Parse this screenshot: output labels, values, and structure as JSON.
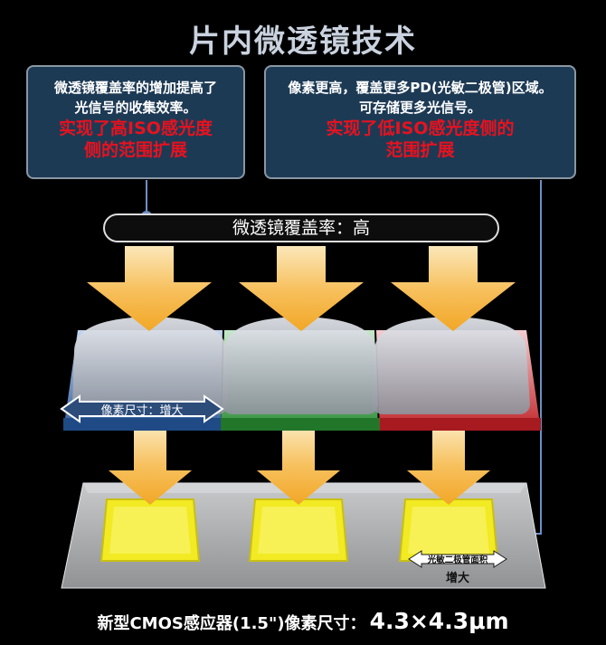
{
  "title": "片内微透镜技术",
  "callout_left": {
    "line1": "微透镜覆盖率的增加提高了",
    "line2": "光信号的收集效率。",
    "highlight1": "实现了高ISO感光度",
    "highlight2": "侧的范围扩展"
  },
  "callout_right": {
    "line1": "像素更高，覆盖更多PD(光敏二极管)区域。",
    "line2": "可存储更多光信号。",
    "highlight1": "实现了低ISO感光度侧的",
    "highlight2": "范围扩展"
  },
  "coverage_label": "微透镜覆盖率：高",
  "pixel_size_label": "像素尺寸：增大",
  "pd_area_label": "光敏二极管面积",
  "pd_increase_label": "增大",
  "footer": {
    "label": "新型CMOS感应器(1.5\")像素尺寸：",
    "value": "4.3×4.3μm"
  },
  "colors": {
    "title": "#c9d2de",
    "callout_bg": "#1d3a55",
    "highlight_text": "#e8121f",
    "arrow": "#f6b23c",
    "filter_blue": "#2f5d9a",
    "filter_green": "#2f8f3a",
    "filter_red": "#c0252a",
    "photodiode": "#f2ea22",
    "substrate": "#a7a9ab",
    "connector": "#6d8fc4"
  }
}
